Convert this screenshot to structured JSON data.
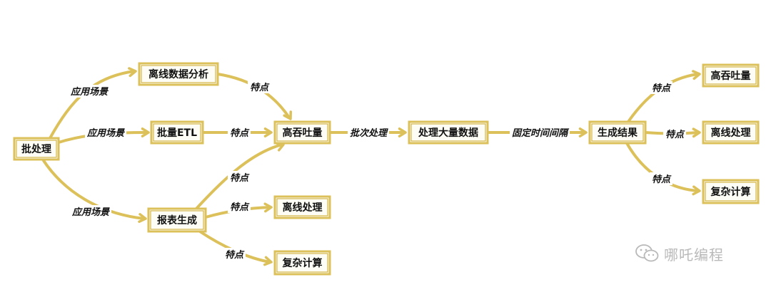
{
  "nodes": [
    {
      "id": "batch",
      "label": "批处理"
    },
    {
      "id": "offline_analysis",
      "label": "离线数据分析"
    },
    {
      "id": "batch_etl",
      "label": "批量ETL"
    },
    {
      "id": "report",
      "label": "报表生成"
    },
    {
      "id": "high_throughput",
      "label": "高吞吐量"
    },
    {
      "id": "offline_proc_mid",
      "label": "离线处理"
    },
    {
      "id": "complex_calc_mid",
      "label": "复杂计算"
    },
    {
      "id": "process_big",
      "label": "处理大量数据"
    },
    {
      "id": "gen_result",
      "label": "生成结果"
    },
    {
      "id": "high_throughput_r",
      "label": "高吞吐量"
    },
    {
      "id": "offline_proc_r",
      "label": "离线处理"
    },
    {
      "id": "complex_calc_r",
      "label": "复杂计算"
    }
  ],
  "edges": [
    {
      "from": "batch",
      "to": "offline_analysis",
      "label": "应用场景"
    },
    {
      "from": "batch",
      "to": "batch_etl",
      "label": "应用场景"
    },
    {
      "from": "batch",
      "to": "report",
      "label": "应用场景"
    },
    {
      "from": "offline_analysis",
      "to": "high_throughput",
      "label": "特点"
    },
    {
      "from": "batch_etl",
      "to": "high_throughput",
      "label": "特点"
    },
    {
      "from": "report",
      "to": "high_throughput",
      "label": "特点"
    },
    {
      "from": "report",
      "to": "offline_proc_mid",
      "label": "特点"
    },
    {
      "from": "report",
      "to": "complex_calc_mid",
      "label": "特点"
    },
    {
      "from": "high_throughput",
      "to": "process_big",
      "label": "批次处理"
    },
    {
      "from": "process_big",
      "to": "gen_result",
      "label": "固定时间间隔"
    },
    {
      "from": "gen_result",
      "to": "high_throughput_r",
      "label": "特点"
    },
    {
      "from": "gen_result",
      "to": "offline_proc_r",
      "label": "特点"
    },
    {
      "from": "gen_result",
      "to": "complex_calc_r",
      "label": "特点"
    }
  ],
  "watermark": {
    "icon": "wechat-icon",
    "text": "哪吒编程"
  },
  "colors": {
    "edge": "#dcc05a",
    "node_border": "#dcc05a",
    "node_fill": "#fdfdf6",
    "watermark": "#b9b9b9"
  }
}
